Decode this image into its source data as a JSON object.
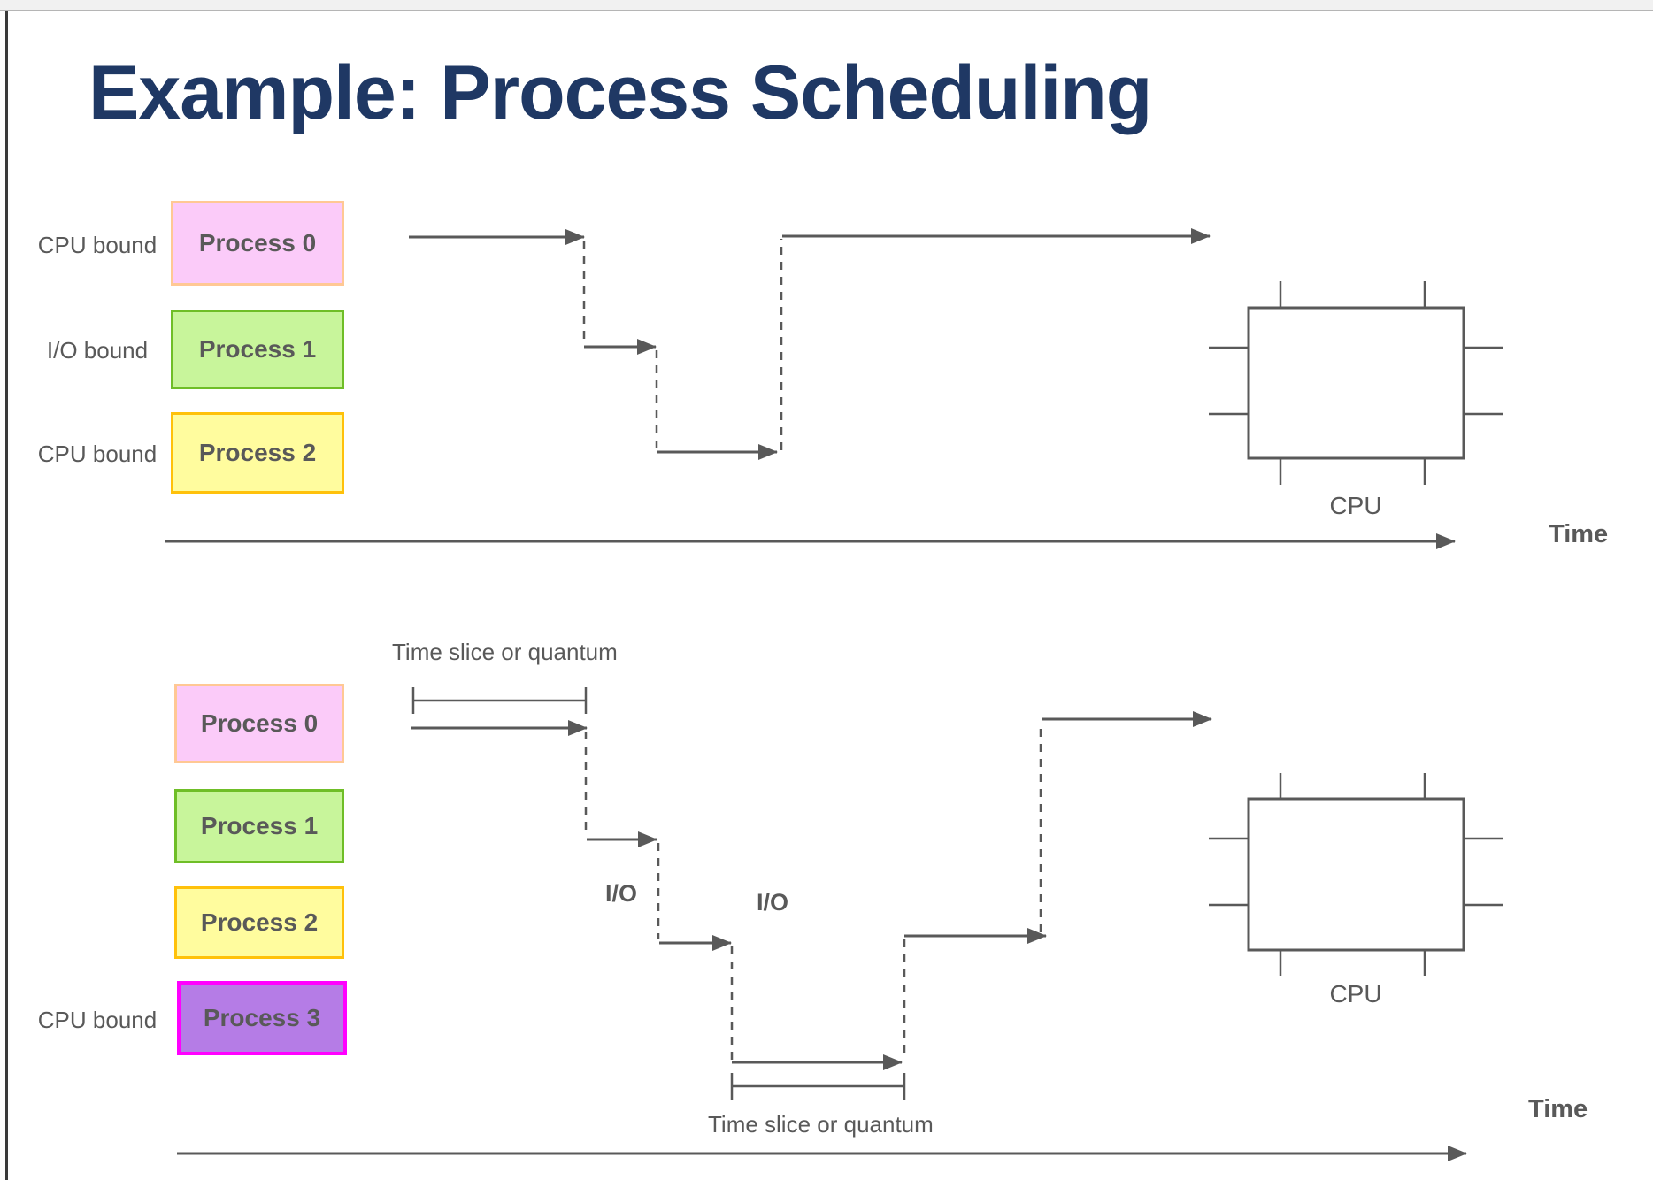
{
  "title": "Example: Process Scheduling",
  "colors": {
    "title": "#1F3864",
    "line": "#595959",
    "text": "#595959",
    "process0_fill": "#FBCBF9",
    "process0_border": "#FFC894",
    "process1_fill": "#C8F59B",
    "process1_border": "#6FBE27",
    "process2_fill": "#FFFC9E",
    "process2_border": "#FFC10A",
    "process3_fill": "#B57CE6",
    "process3_border": "#FF00FF"
  },
  "top_diagram": {
    "row_labels": [
      "CPU bound",
      "I/O bound",
      "CPU bound"
    ],
    "processes": [
      "Process 0",
      "Process 1",
      "Process 2"
    ],
    "cpu_label": "CPU",
    "time_label": "Time"
  },
  "bottom_diagram": {
    "processes": [
      "Process 0",
      "Process 1",
      "Process 2",
      "Process 3"
    ],
    "process3_row_label": "CPU bound",
    "quantum_label_top": "Time slice or quantum",
    "quantum_label_bottom": "Time slice or quantum",
    "io_labels": [
      "I/O",
      "I/O"
    ],
    "cpu_label": "CPU",
    "time_label": "Time"
  }
}
